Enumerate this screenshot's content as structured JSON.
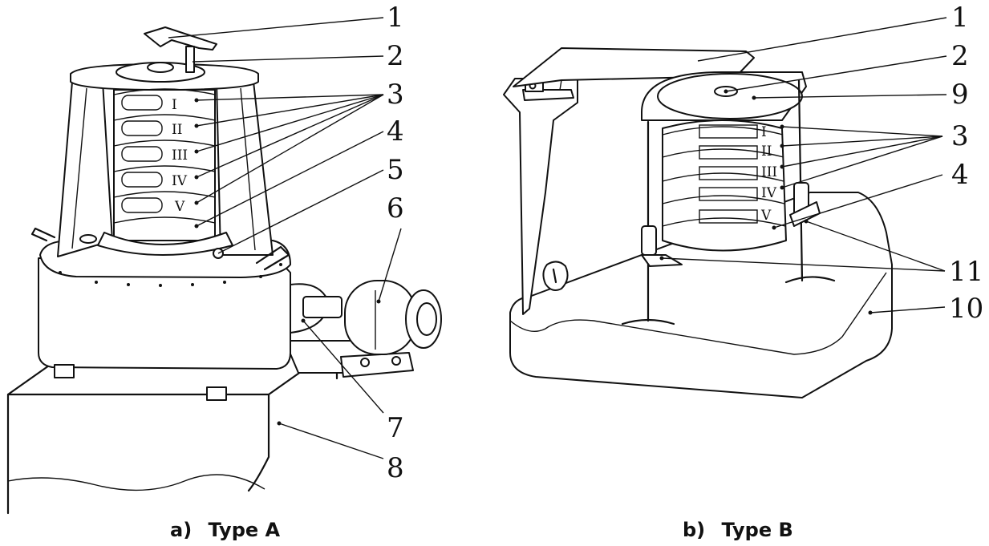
{
  "captions": {
    "a": {
      "letter": "a)",
      "text": "Type A"
    },
    "b": {
      "letter": "b)",
      "text": "Type B"
    }
  },
  "sieve_labels_a": [
    "I",
    "II",
    "III",
    "IV",
    "V"
  ],
  "sieve_labels_b": [
    "I",
    "II",
    "III",
    "IV",
    "V"
  ],
  "callouts_a": [
    "1",
    "2",
    "3",
    "4",
    "5",
    "6",
    "7",
    "8"
  ],
  "callouts_b": [
    "1",
    "2",
    "9",
    "3",
    "4",
    "11",
    "10"
  ]
}
